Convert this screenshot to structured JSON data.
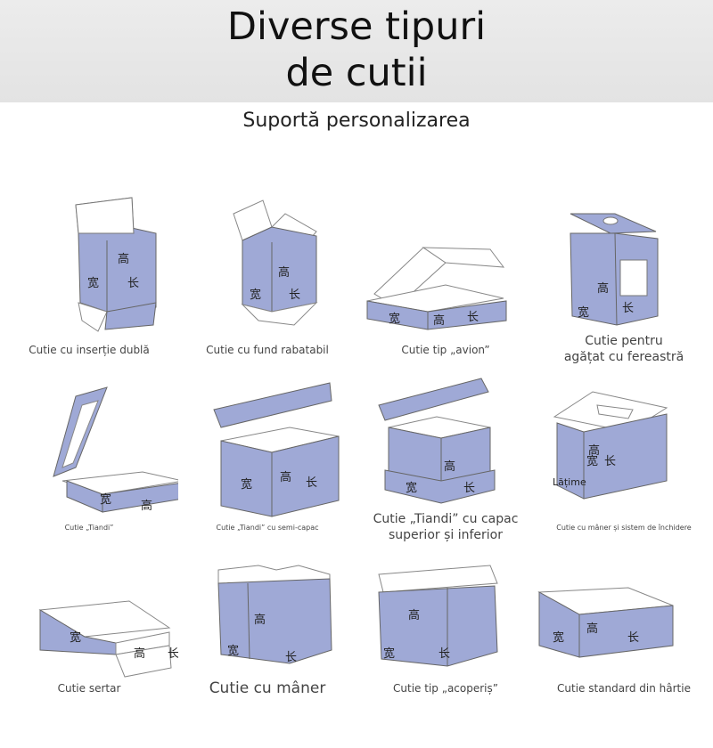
{
  "header": {
    "title": "Diverse tipuri\nde cutii",
    "subtitle": "Suportă personalizarea"
  },
  "colors": {
    "box_blue": "#9fa9d6",
    "box_blue_dark": "#8d98cc",
    "outline": "#6a6a6a",
    "header_bg": "#e6e6e6"
  },
  "dimension_glyphs": {
    "height": "高",
    "length": "长",
    "width": "宽"
  },
  "boxes": [
    {
      "caption": "Cutie cu inserție dublă"
    },
    {
      "caption": "Cutie cu fund rabatabil"
    },
    {
      "caption": "Cutie tip „avion”"
    },
    {
      "caption": "Cutie pentru\nagățat cu fereastră"
    },
    {
      "caption": "Cutie „Tiandi”"
    },
    {
      "caption": "Cutie „Tiandi” cu semi-capac"
    },
    {
      "caption": "Cutie „Tiandi” cu capac\nsuperior și inferior"
    },
    {
      "caption": "Cutie cu mâner și sistem de închidere",
      "extra_label": "Lățime"
    },
    {
      "caption": "Cutie sertar"
    },
    {
      "caption": "Cutie cu mâner"
    },
    {
      "caption": "Cutie tip „acoperiș”"
    },
    {
      "caption": "Cutie standard din hârtie"
    }
  ]
}
